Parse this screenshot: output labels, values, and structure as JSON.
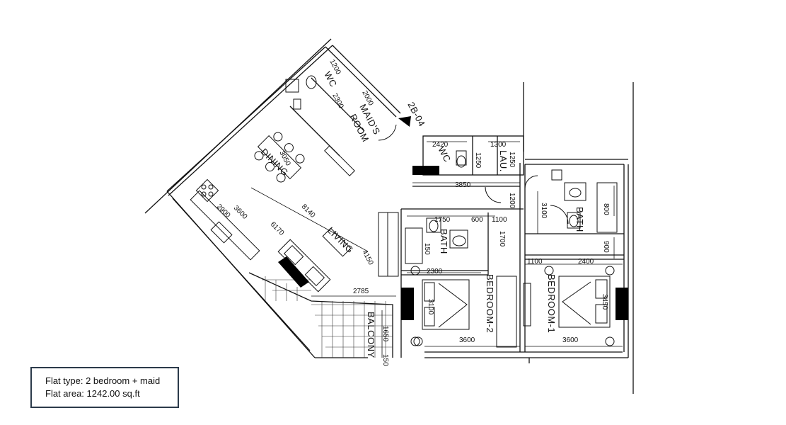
{
  "rooms": {
    "wc_maid": "WC",
    "maids_room_1": "MAID'S",
    "maids_room_2": "ROOM",
    "dining": "DINING",
    "living": "LIVING",
    "wc": "WC",
    "laundry": "LAU.",
    "bath_2": "BATH",
    "bath_1": "BATH",
    "bedroom_2": "BEDROOM-2",
    "bedroom_1": "BEDROOM-1",
    "balcony": "BALCONY"
  },
  "unit_tag": "2B-04",
  "dimensions": {
    "d1200": "1200",
    "d2300": "2300",
    "d2000": "2000",
    "d3050": "3050",
    "d2900": "2900",
    "d3600_kitchen": "3600",
    "d8140": "8140",
    "d6170": "6170",
    "d4150": "4150",
    "d2785": "2785",
    "d1650": "1650",
    "d150_balcony": "150",
    "d2420": "2420",
    "d1300": "1300",
    "d1250": "1250",
    "d1250b": "1250",
    "d3850": "3850",
    "d1200b": "1200",
    "d3100": "3100",
    "d800": "800",
    "d900": "900",
    "d1750": "1750",
    "d600": "600",
    "d1100a": "1100",
    "d1700": "1700",
    "d150": "150",
    "d2300b": "2300",
    "d3100b": "3100",
    "d1100b": "1100",
    "d2400": "2400",
    "d3600_b2": "3600",
    "d3600_b1": "3600",
    "d3450": "3450"
  },
  "flat_info": {
    "type": "Flat type: 2 bedroom + maid",
    "area": "Flat area: 1242.00 sq.ft"
  }
}
